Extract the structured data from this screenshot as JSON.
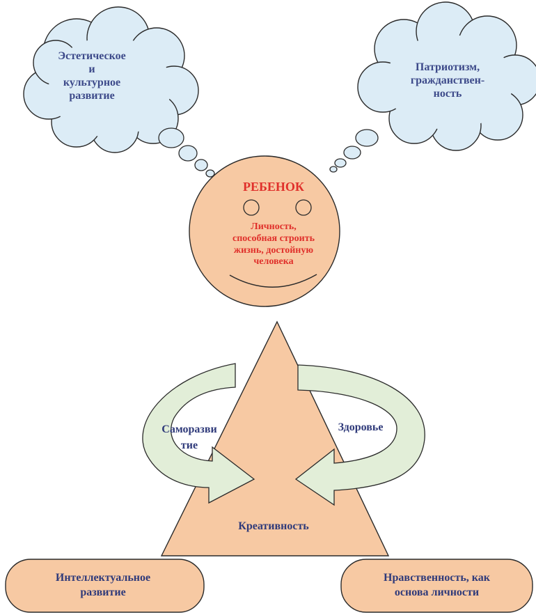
{
  "header_text": "",
  "clouds": {
    "left": {
      "line1": "Эстетическое",
      "line2": "и",
      "line3": "культурное",
      "line4": "развитие"
    },
    "right": {
      "line1": "Патриотизм,",
      "line2": "гражданствен-",
      "line3": "ность"
    }
  },
  "child": {
    "title": "РЕБЕНОК",
    "line1": "Личность,",
    "line2": "способная строить",
    "line3": "жизнь, достойную",
    "line4": "человека"
  },
  "triangle": {
    "left_arrow": {
      "line1": "Саморазви",
      "line2": "тие"
    },
    "right_arrow": "Здоровье",
    "center": "Креативность"
  },
  "boxes": {
    "left": {
      "line1": "Интеллектуальное",
      "line2": "развитие"
    },
    "right": {
      "line1": "Нравственность, как",
      "line2": "основа личности"
    }
  },
  "colors": {
    "cloud_fill": "#dcecf6",
    "peach_fill": "#f7c9a3",
    "arrow_fill": "#e2eed8",
    "outline": "#2a2a2a",
    "title_red": "#e0302b",
    "text_blue": "#3d4a8a"
  }
}
